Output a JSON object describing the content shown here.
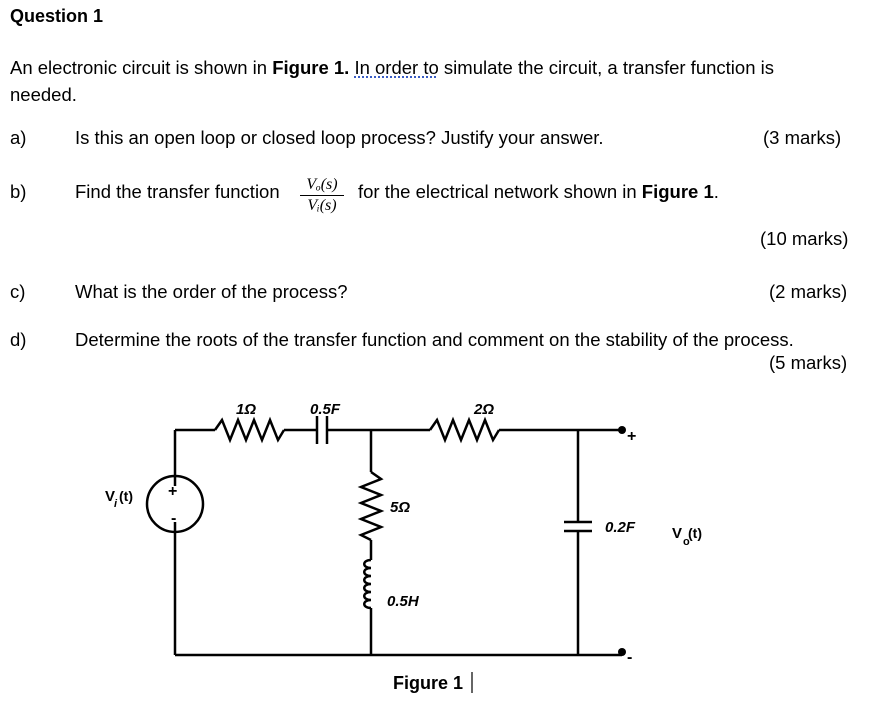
{
  "heading": "Question 1",
  "intro": {
    "part1": "An electronic circuit is shown in ",
    "figref": "Figure 1.",
    "part2": " ",
    "underlined": "In order to",
    "part3": " simulate the circuit, a transfer function is",
    "line2": "needed."
  },
  "questions": {
    "a": {
      "label": "a)",
      "text": "Is this an open loop or closed loop process? Justify your answer.",
      "marks": "(3 marks)"
    },
    "b": {
      "label": "b)",
      "text_before": "Find the transfer function",
      "num": "Vₒ(s)",
      "den": "Vᵢ(s)",
      "text_after": "for the electrical network shown in ",
      "figref": "Figure 1",
      "period": ".",
      "marks": "(10 marks)"
    },
    "c": {
      "label": "c)",
      "text": "What is the order of the process?",
      "marks": "(2 marks)"
    },
    "d": {
      "label": "d)",
      "text": "Determine the roots of the transfer function and comment on the stability of the process.",
      "marks": "(5 marks)"
    }
  },
  "circuit": {
    "r1": "1Ω",
    "c1": "0.5F",
    "r3": "2Ω",
    "r2": "5Ω",
    "l1": "0.5H",
    "c2": "0.2F",
    "vi": "V",
    "vi_sub": "i",
    "vi_arg": "(t)",
    "vo": "V",
    "vo_sub": "o",
    "vo_arg": "(t)",
    "plus": "+",
    "minus": "-",
    "figure_caption": "Figure 1"
  }
}
